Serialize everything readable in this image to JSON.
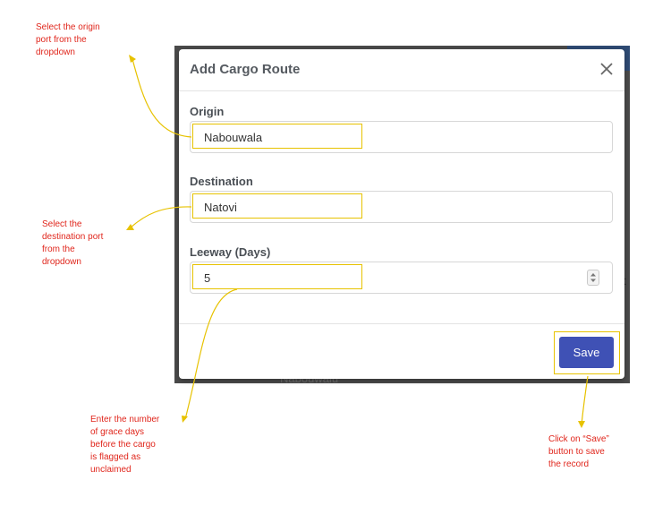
{
  "modal": {
    "title": "Add Cargo Route",
    "save_label": "Save"
  },
  "form": {
    "origin": {
      "label": "Origin",
      "value": "Nabouwala"
    },
    "destination": {
      "label": "Destination",
      "value": "Natovi"
    },
    "leeway": {
      "label": "Leeway (Days)",
      "value": "5"
    }
  },
  "background": {
    "ghost_text": "Nabouwalu",
    "edge_text": "t"
  },
  "annotations": {
    "origin": "Select the origin\nport from the\ndropdown",
    "destination": "Select the\ndestination port\nfrom the\ndropdown",
    "leeway": "Enter the number\nof grace days\nbefore the cargo\nis flagged as\nunclaimed",
    "save": "Click on “Save”\nbutton to save\nthe record"
  },
  "colors": {
    "annotation": "#e0261c",
    "highlight": "#e7c200",
    "primary": "#3f51b5"
  }
}
